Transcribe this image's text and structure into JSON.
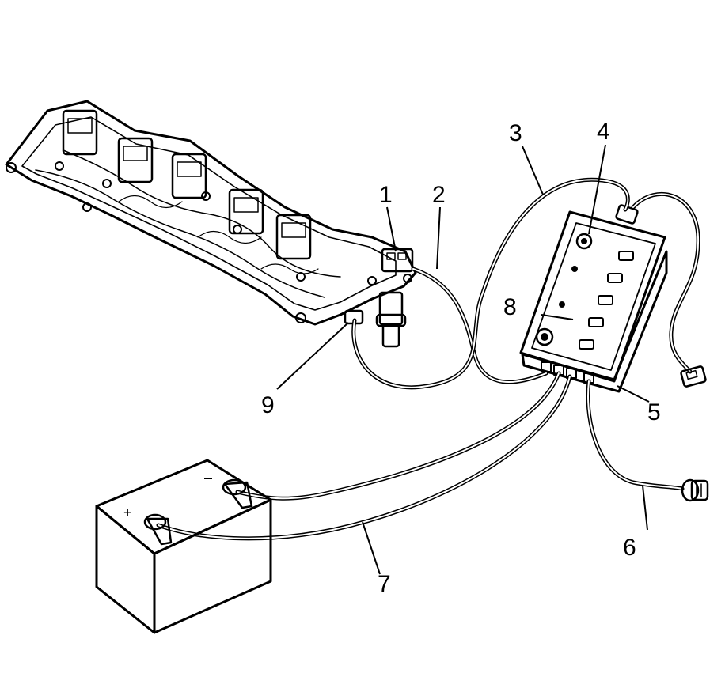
{
  "callouts": {
    "c1": "1",
    "c2": "2",
    "c3": "3",
    "c4": "4",
    "c5": "5",
    "c6": "6",
    "c7": "7",
    "c8": "8",
    "c9": "9"
  },
  "battery": {
    "positive_symbol": "+",
    "negative_symbol": "–"
  }
}
